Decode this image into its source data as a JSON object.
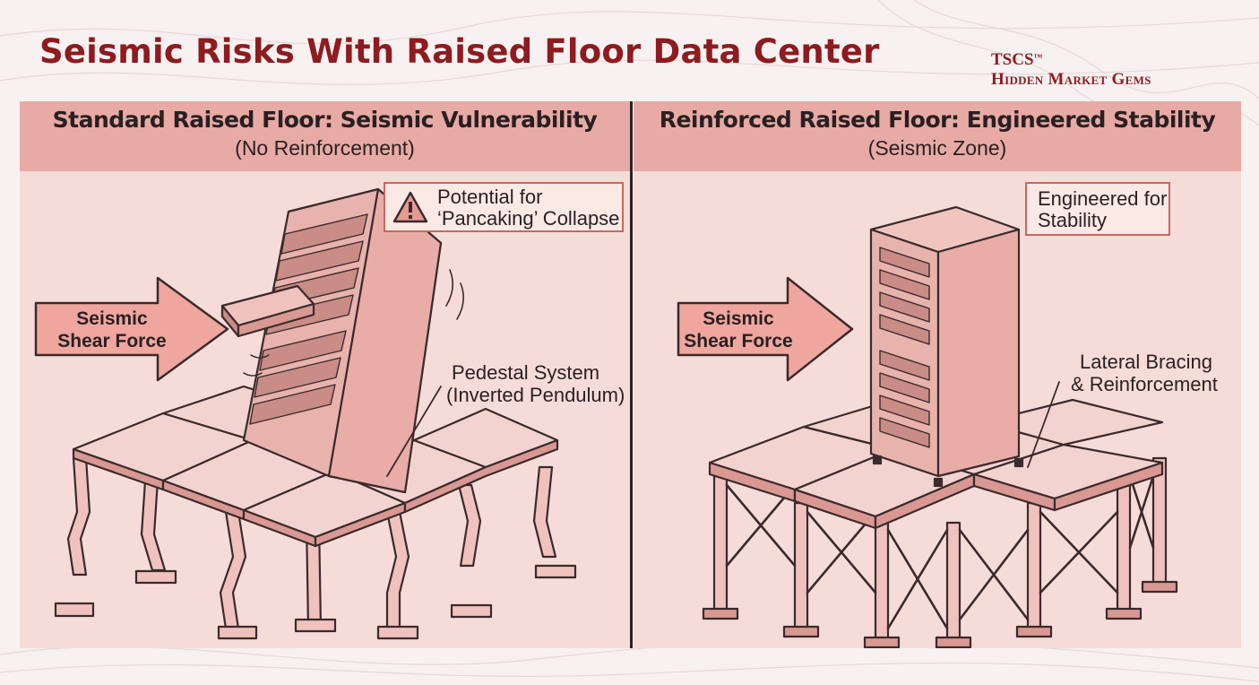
{
  "title": "Seismic Risks With Raised Floor Data Center",
  "brand": {
    "line1": "TSCS",
    "tm": "™",
    "line2": "Hidden Market Gems"
  },
  "left_panel": {
    "heading": "Standard Raised Floor: Seismic Vulnerability",
    "subheading": "(No Reinforcement)",
    "arrow_line1": "Seismic",
    "arrow_line2": "Shear Force",
    "warning_line1": "Potential for",
    "warning_line2": "‘Pancaking’ Collapse",
    "pedestal_line1": "Pedestal System",
    "pedestal_line2": "(Inverted Pendulum)",
    "warning_icon": "warning-triangle-icon"
  },
  "right_panel": {
    "heading": "Reinforced Raised Floor: Engineered Stability",
    "subheading": "(Seismic Zone)",
    "arrow_line1": "Seismic",
    "arrow_line2": "Shear Force",
    "callout_line1": "Engineered for",
    "callout_line2": "Stability",
    "bracing_line1": "Lateral Bracing",
    "bracing_line2": "& Reinforcement"
  },
  "colors": {
    "title": "#8e1b1f",
    "panel_bg": "#f6dcd8",
    "header_bg": "#e8aaa5",
    "arrow_fill": "#eea69f",
    "outline": "#3a2a2c",
    "accent": "#c9675f"
  }
}
